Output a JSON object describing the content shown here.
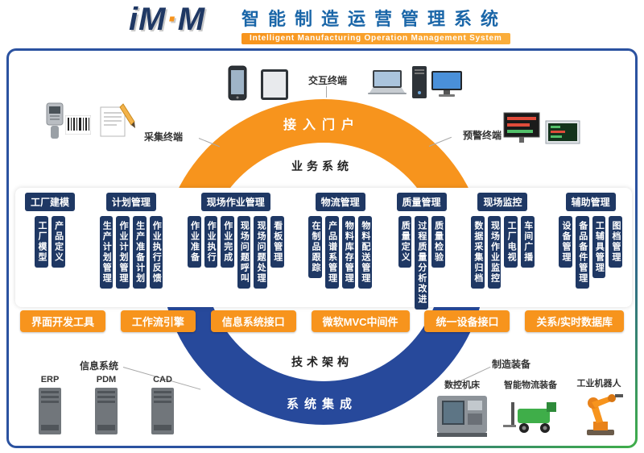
{
  "header": {
    "logo_left": "iM",
    "logo_dot": "·",
    "logo_right": "M",
    "title": "智能制造运营管理系统",
    "subtitle": "Intelligent Manufacturing Operation Management System"
  },
  "colors": {
    "accent_orange": "#F7941D",
    "module_navy": "#1F3864",
    "ring_blue": "#27499B",
    "frame_blue": "#2B52A0",
    "frame_green": "#3FAE49",
    "title_blue": "#1A66A8"
  },
  "portal": {
    "access_label": "接入门户",
    "business_label": "业务系统",
    "tech_label": "技术架构",
    "integration_label": "系统集成"
  },
  "terminals": {
    "collect_label": "采集终端",
    "interact_label": "交互终端",
    "alert_label": "预警终端"
  },
  "modules": {
    "columns": [
      {
        "title": "工厂建模",
        "items": [
          "工厂模型",
          "产品定义"
        ]
      },
      {
        "title": "计划管理",
        "items": [
          "生产计划管理",
          "作业计划管理",
          "生产准备计划",
          "作业执行反馈"
        ]
      },
      {
        "title": "现场作业管理",
        "items": [
          "作业准备",
          "作业执行",
          "作业完成",
          "现场问题呼叫",
          "现场问题处理",
          "看板管理"
        ]
      },
      {
        "title": "物流管理",
        "items": [
          "在制品跟踪",
          "产品谱系管理",
          "物料库存管理",
          "物料配送管理"
        ]
      },
      {
        "title": "质量管理",
        "items": [
          "质量定义",
          "过程质量分析改进",
          "质量检验"
        ]
      },
      {
        "title": "现场监控",
        "items": [
          "数据采集归档",
          "现场作业监控",
          "工厂电视",
          "车间广播"
        ]
      },
      {
        "title": "辅助管理",
        "items": [
          "设备管理",
          "备品备件管理",
          "工辅具管理",
          "图档管理"
        ]
      }
    ]
  },
  "middleware": {
    "buttons": [
      "界面开发工具",
      "工作流引擎",
      "信息系统接口",
      "微软MVC中间件",
      "统一设备接口",
      "关系/实时数据库"
    ]
  },
  "info_systems": {
    "label": "信息系统",
    "items": [
      "ERP",
      "PDM",
      "CAD"
    ]
  },
  "equipment": {
    "label": "制造装备",
    "items": [
      "数控机床",
      "智能物流装备",
      "工业机器人"
    ]
  }
}
